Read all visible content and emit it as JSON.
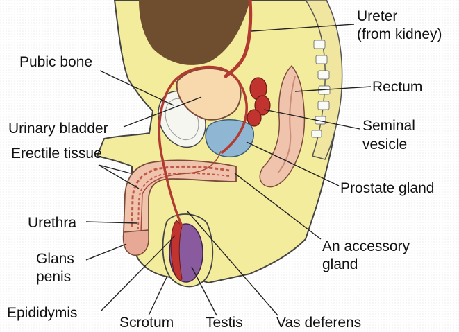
{
  "labels": {
    "ureter_line1": "Ureter",
    "ureter_line2": "(from kidney)",
    "pubic_bone": "Pubic bone",
    "rectum": "Rectum",
    "urinary_bladder": "Urinary bladder",
    "seminal_vesicle_line1": "Seminal",
    "seminal_vesicle_line2": "vesicle",
    "erectile_tissue": "Erectile tissue",
    "prostate_gland": "Prostate gland",
    "urethra": "Urethra",
    "accessory_gland_line1": "An accessory",
    "accessory_gland_line2": "gland",
    "glans_penis_line1": "Glans",
    "glans_penis_line2": "penis",
    "epididymis": "Epididymis",
    "scrotum": "Scrotum",
    "testis": "Testis",
    "vas_deferens": "Vas deferens"
  },
  "colors": {
    "body_yellow": "#f3ec9c",
    "skin": "#f0c3ad",
    "ureter_red": "#b23a30",
    "bladder": "#f7d9ad",
    "prostate_blue": "#8fb6d3",
    "testis_purple": "#8a5a9e",
    "bone": "#f6f6f0",
    "cavity_brown": "#6e4e2e",
    "leader_line": "#222222"
  }
}
